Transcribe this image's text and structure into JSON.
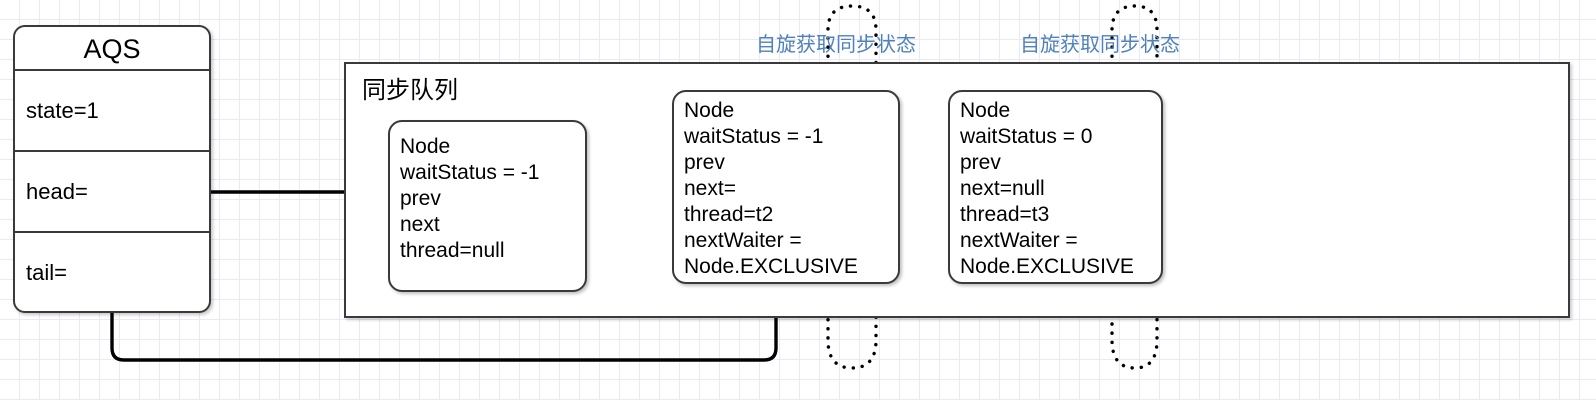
{
  "diagram": {
    "title_visible": false,
    "colors": {
      "stroke": "#3a3a3a",
      "annotation_blue": "#4f81bd",
      "grid": "#e9e9f7",
      "background": "#ffffff"
    }
  },
  "aqs": {
    "title": "AQS",
    "fields": [
      {
        "label": "state=1"
      },
      {
        "label": "head="
      },
      {
        "label": "tail="
      }
    ]
  },
  "queue": {
    "title": "同步队列"
  },
  "nodes": [
    {
      "id": "node-head",
      "lines": [
        "Node",
        "waitStatus = -1",
        "prev",
        "next",
        "thread=null"
      ]
    },
    {
      "id": "node-t2",
      "lines": [
        "Node",
        "waitStatus = -1",
        "prev",
        "next=",
        "thread=t2",
        "nextWaiter =",
        "Node.EXCLUSIVE"
      ]
    },
    {
      "id": "node-t3",
      "lines": [
        "Node",
        "waitStatus = 0",
        "prev",
        "next=null",
        "thread=t3",
        "nextWaiter =",
        "Node.EXCLUSIVE"
      ]
    }
  ],
  "annotations": [
    {
      "id": "spin-label-1",
      "text": "自旋获取同步状态"
    },
    {
      "id": "spin-label-2",
      "text": "自旋获取同步状态"
    }
  ]
}
